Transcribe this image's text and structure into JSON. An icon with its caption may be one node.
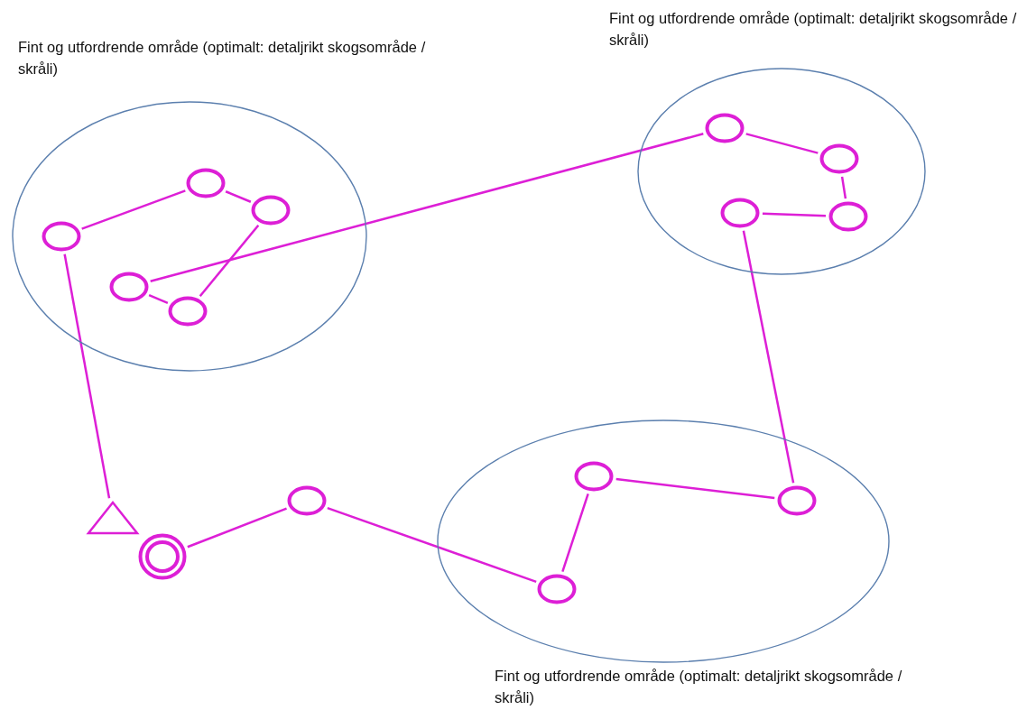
{
  "diagram": {
    "nodes": [
      {
        "text": [
          "Fint og utfordrende område (optimalt: detaljrikt skogsområde / skråli)"
        ]
      },
      {
        "text": [],
        "shape": "circle",
        "in": 0
      },
      {
        "text": [],
        "shape": "circle",
        "in": 0
      },
      {
        "text": [],
        "shape": "circle",
        "in": 0
      },
      {
        "text": [],
        "shape": "circle",
        "in": 0
      },
      {
        "text": [],
        "shape": "circle",
        "in": 0
      },
      {
        "text": [
          "Fint og utfordrende område (optimalt: detaljrikt skogsområde / skråli)"
        ]
      },
      {
        "text": [],
        "shape": "circle",
        "in": 6
      },
      {
        "text": [],
        "shape": "circle",
        "in": 6
      },
      {
        "text": [],
        "shape": "circle",
        "in": 6
      },
      {
        "text": [],
        "shape": "circle",
        "in": 6
      },
      {
        "text": [
          "Fint og utfordrende område (optimalt: detaljrikt skogsområde / skråli)"
        ]
      },
      {
        "text": [],
        "shape": "circle",
        "in": 11
      },
      {
        "text": [],
        "shape": "circle",
        "in": 11
      },
      {
        "text": [],
        "shape": "circle",
        "in": 11
      },
      {
        "text": [],
        "shape": "triangle"
      },
      {
        "text": [],
        "shape": "circle"
      },
      {
        "text": [],
        "shape": "double-circle"
      }
    ],
    "edges": [
      {
        "from": 15,
        "to": 1,
        "arrow": "none"
      },
      {
        "from": 1,
        "to": 2,
        "arrow": "none"
      },
      {
        "from": 2,
        "to": 3,
        "arrow": "none"
      },
      {
        "from": 3,
        "to": 5,
        "arrow": "none"
      },
      {
        "from": 5,
        "to": 4,
        "arrow": "none"
      },
      {
        "from": 4,
        "to": 7,
        "arrow": "none"
      },
      {
        "from": 7,
        "to": 8,
        "arrow": "none"
      },
      {
        "from": 8,
        "to": 10,
        "arrow": "none"
      },
      {
        "from": 10,
        "to": 9,
        "arrow": "none"
      },
      {
        "from": 9,
        "to": 13,
        "arrow": "none"
      },
      {
        "from": 13,
        "to": 12,
        "arrow": "none"
      },
      {
        "from": 12,
        "to": 14,
        "arrow": "none"
      },
      {
        "from": 14,
        "to": 16,
        "arrow": "none"
      },
      {
        "from": 16,
        "to": 17,
        "arrow": "none"
      }
    ]
  }
}
